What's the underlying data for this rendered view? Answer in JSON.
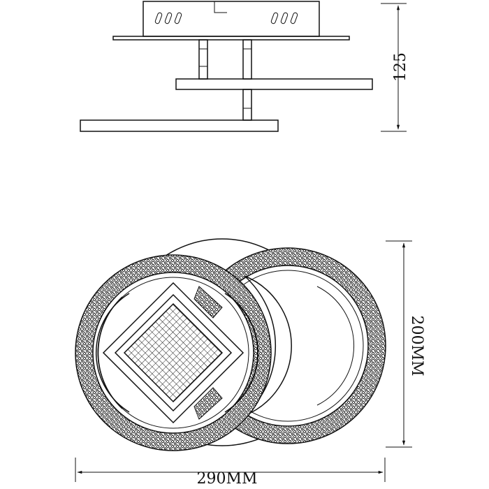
{
  "drawing": {
    "height_label": "125",
    "depth_label": "200MM",
    "width_label": "290MM"
  },
  "colors": {
    "line": "#111111",
    "background": "#ffffff"
  }
}
